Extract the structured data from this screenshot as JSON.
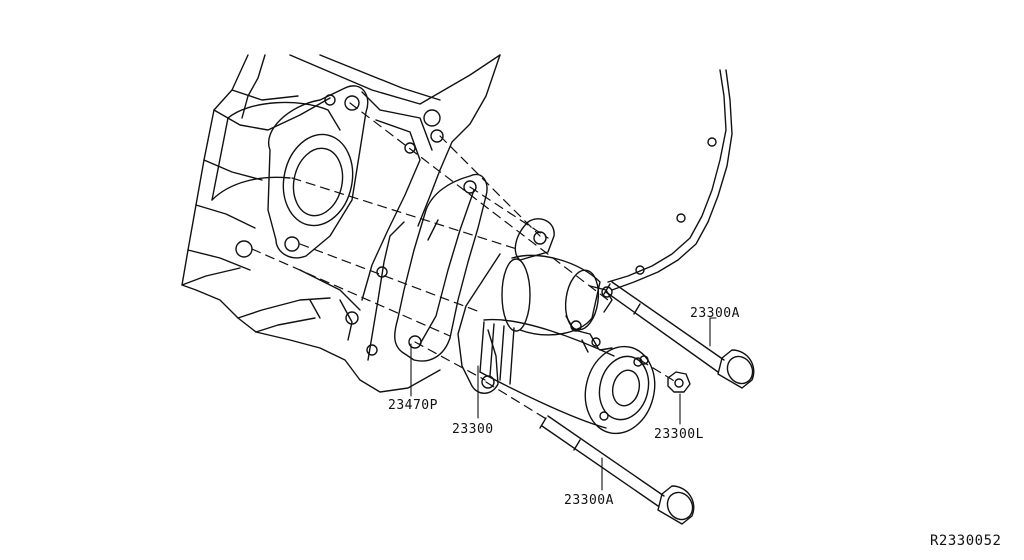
{
  "diagram": {
    "callouts": [
      {
        "id": "bolt-upper",
        "label": "23300A"
      },
      {
        "id": "starter-assembly",
        "label": "23300"
      },
      {
        "id": "gasket-plate",
        "label": "23470P"
      },
      {
        "id": "nut",
        "label": "23300L"
      },
      {
        "id": "bolt-lower",
        "label": "23300A"
      }
    ],
    "reference_code": "R2330052"
  }
}
